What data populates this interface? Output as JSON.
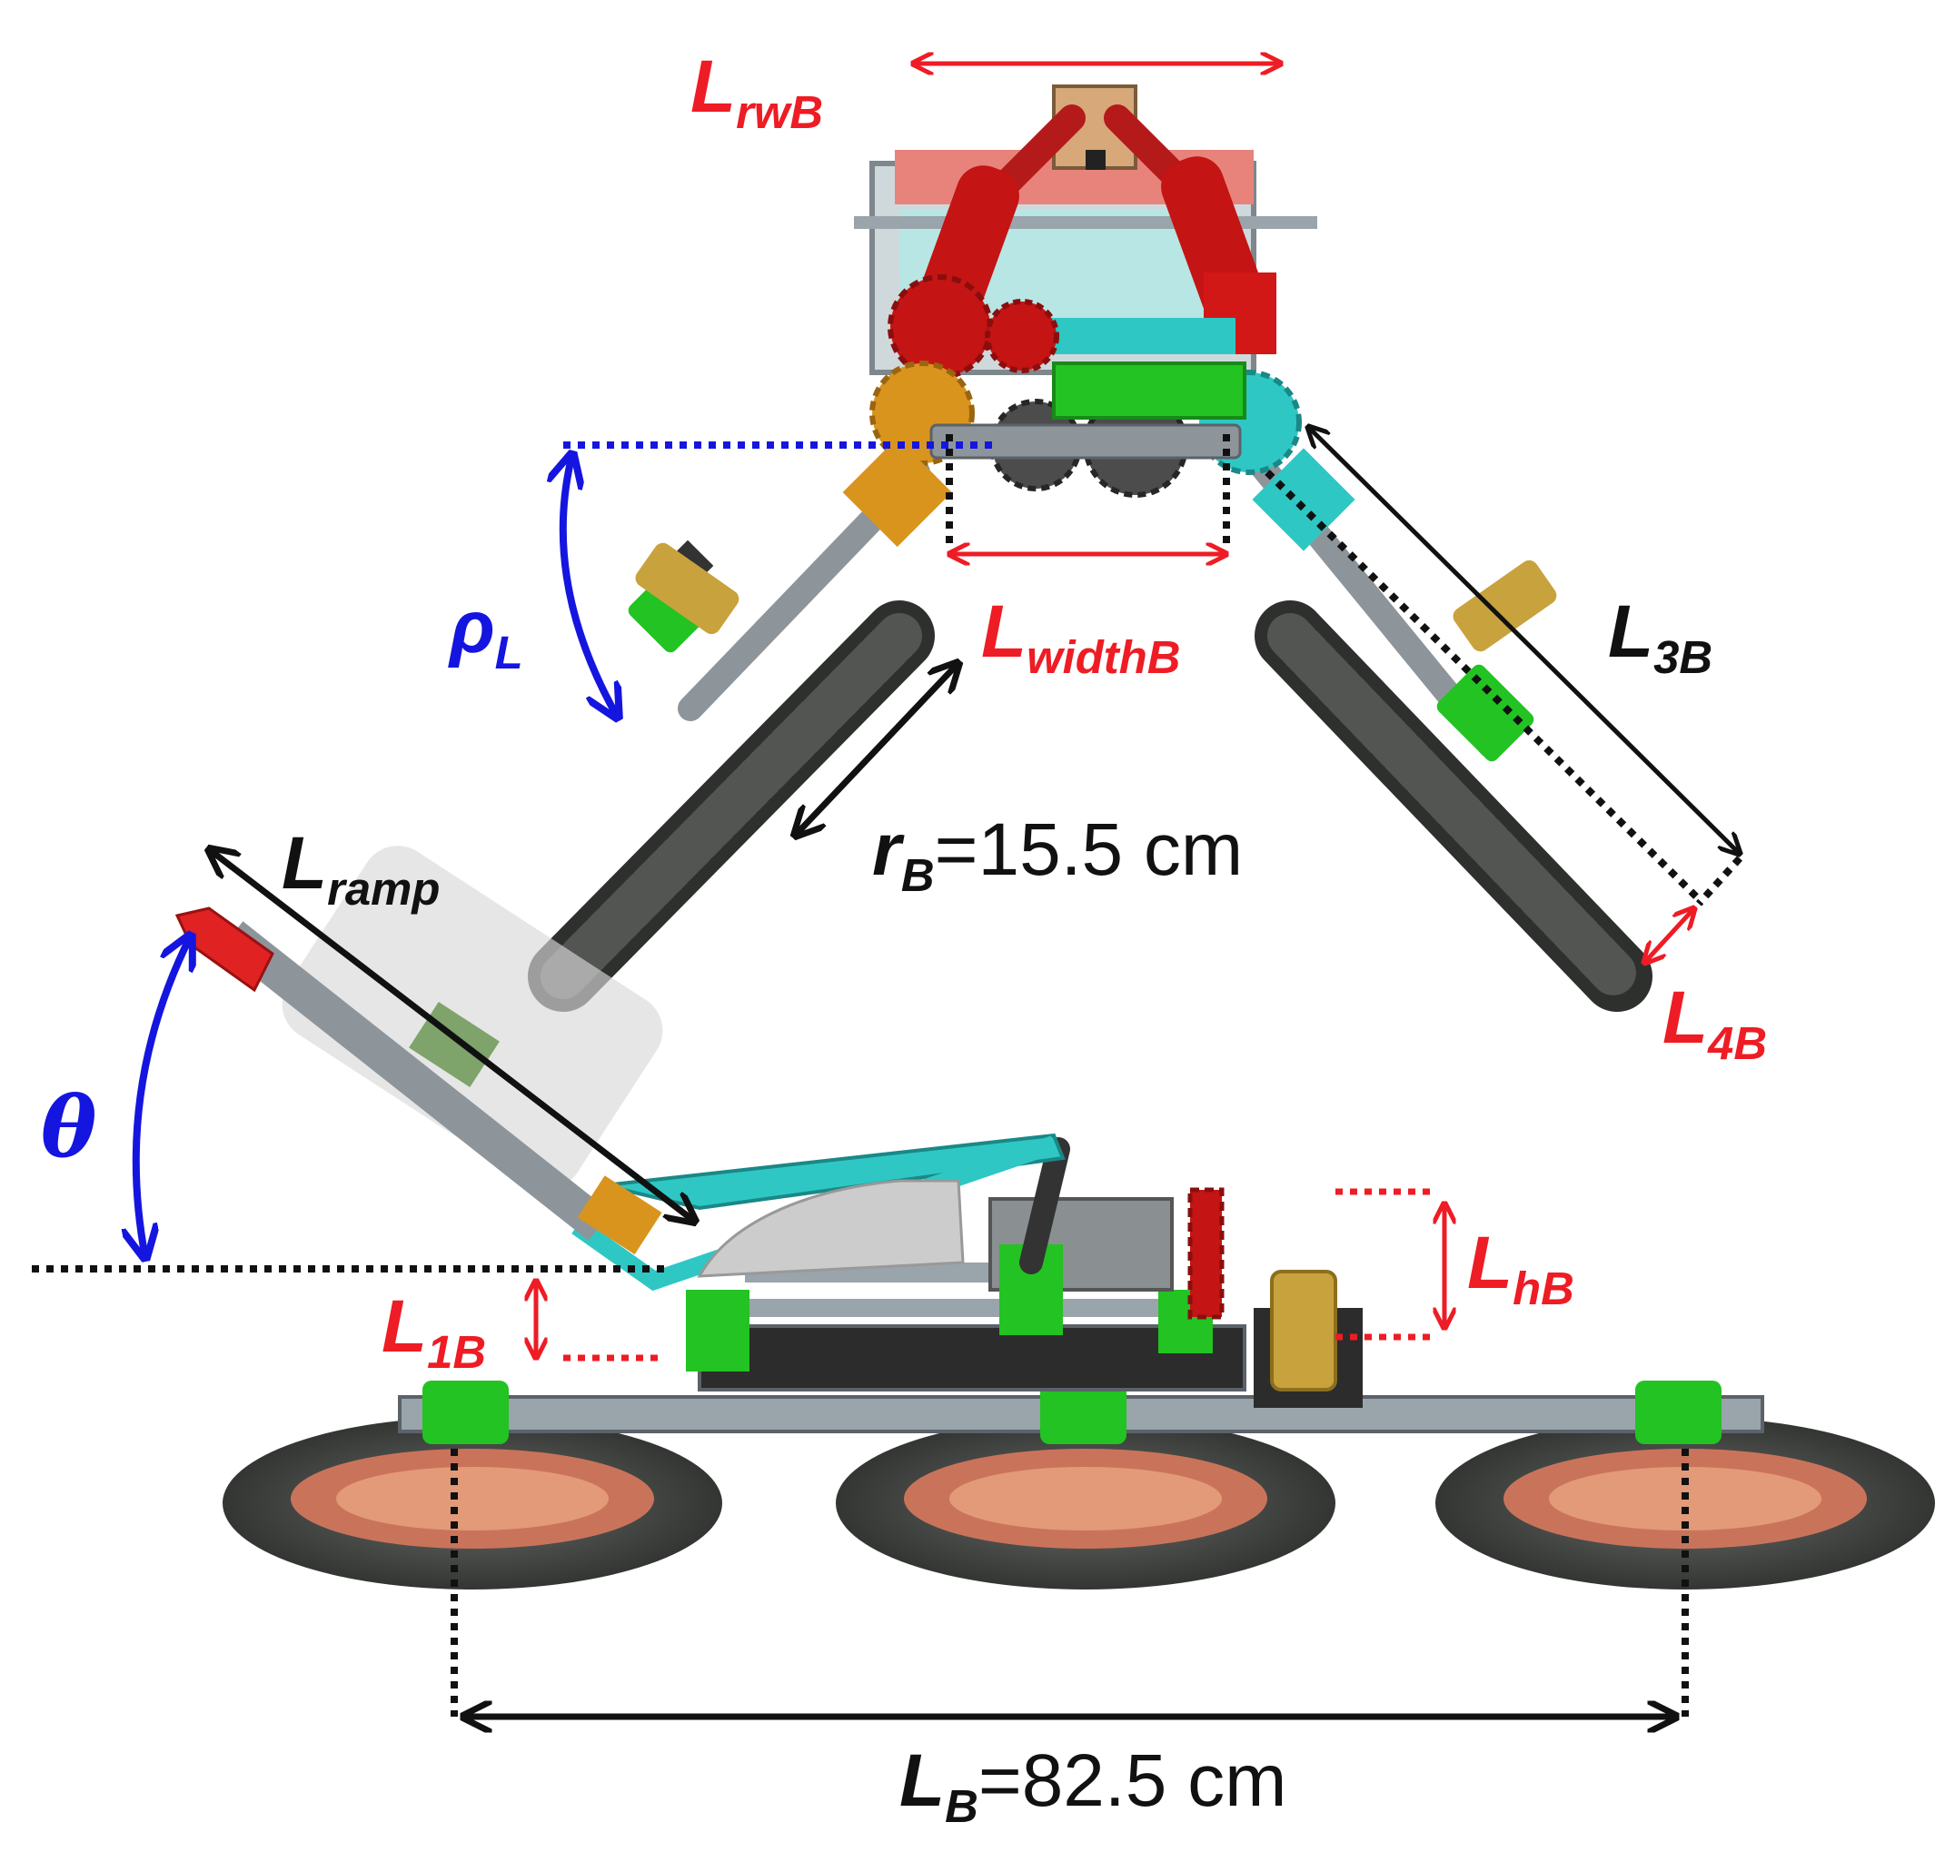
{
  "labels": {
    "lrwb": {
      "main": "L",
      "sub": "rwB"
    },
    "lwidthb": {
      "main": "L",
      "sub": "widthB"
    },
    "l3b": {
      "main": "L",
      "sub": "3B"
    },
    "rhol": {
      "main": "ρ",
      "sub": "L"
    },
    "rb": {
      "main": "r",
      "sub": "B",
      "value": "=15.5 cm"
    },
    "lramp": {
      "main": "L",
      "sub": "ramp"
    },
    "l4b": {
      "main": "L",
      "sub": "4B"
    },
    "theta": {
      "main": "θ"
    },
    "lhb": {
      "main": "L",
      "sub": "hB"
    },
    "l1b": {
      "main": "L",
      "sub": "1B"
    },
    "lb": {
      "main": "L",
      "sub": "B",
      "value": "=82.5 cm"
    }
  },
  "colors": {
    "red": "#ee1c24",
    "black": "#111111",
    "blue": "#1515e0",
    "tire": "#3d3f3d",
    "green": "#22c322",
    "cyan": "#2ec7c4",
    "orange": "#d9941e",
    "gear_red": "#c41414",
    "copper": "#c9745a",
    "frame": "#9aa4ab"
  }
}
